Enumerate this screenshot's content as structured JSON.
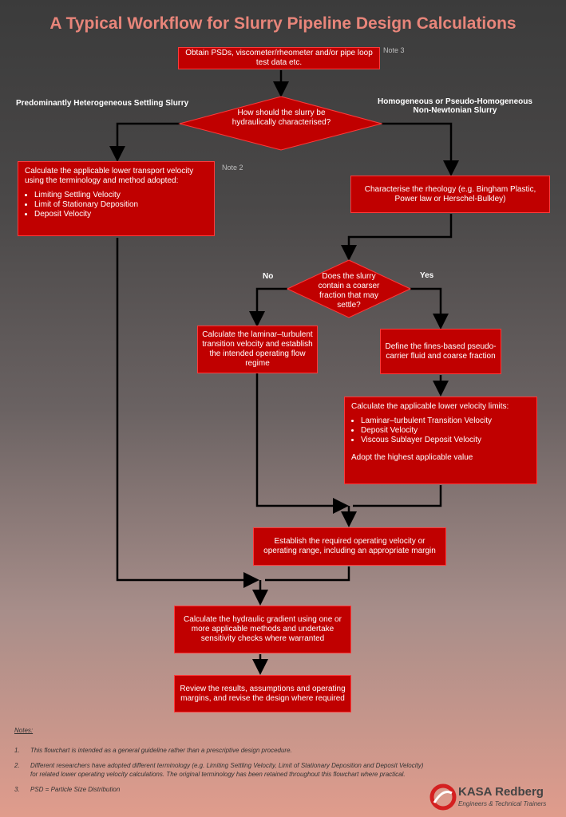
{
  "title": "A Typical Workflow for Slurry Pipeline Design Calculations",
  "steps": {
    "start": "Obtain PSDs, viscometer/rheometer and/or pipe loop test data etc.",
    "decision1": "How should the slurry be hydraulically characterised?",
    "left_branch_label": "Predominantly  Heterogeneous Settling Slurry",
    "right_branch_label_1": "Homogeneous or Pseudo-Homogeneous",
    "right_branch_label_2": "Non-Newtonian  Slurry",
    "left_calc_intro": "Calculate the applicable lower transport velocity using the terminology and method adopted:",
    "left_calc_items": [
      "Limiting Settling Velocity",
      "Limit of Stationary Deposition",
      "Deposit Velocity"
    ],
    "rheology": "Characterise the rheology (e.g. Bingham Plastic, Power law or Herschel-Bulkley)",
    "decision2": "Does the slurry contain a coarser fraction that may settle?",
    "no_label": "No",
    "yes_label": "Yes",
    "laminar_calc": "Calculate the laminar–turbulent transition velocity and establish the intended operating flow regime",
    "fines_define": "Define the fines-based pseudo-carrier fluid and coarse fraction",
    "lower_limits_intro": "Calculate the applicable lower velocity limits:",
    "lower_limits_items": [
      "Laminar–turbulent Transition Velocity",
      "Deposit Velocity",
      "Viscous Sublayer Deposit Velocity"
    ],
    "lower_limits_outro": "Adopt the highest applicable value",
    "operating_velocity": "Establish the required operating velocity or operating range, including an appropriate margin",
    "hydraulic_gradient": "Calculate the hydraulic gradient using one or more applicable methods and undertake sensitivity checks where warranted",
    "review": "Review the results, assumptions and operating margins, and revise the design where required"
  },
  "note_refs": {
    "note3": "Note 3",
    "note2": "Note 2"
  },
  "notes": {
    "heading": "Notes:",
    "items": [
      {
        "num": "1.",
        "text": "This flowchart is intended as a general guideline rather than a prescriptive design procedure."
      },
      {
        "num": "2.",
        "text": "Different researchers have adopted different terminology (e.g. Limiting Settling Velocity, Limit of Stationary Deposition and Deposit Velocity) for related lower operating velocity calculations. The original terminology has been retained throughout this flowchart where practical."
      },
      {
        "num": "3.",
        "text": "PSD = Particle Size Distribution"
      }
    ]
  },
  "logo": {
    "name": "KASA Redberg",
    "tagline": "Engineers & Technical Trainers"
  },
  "colors": {
    "box_fill": "#c00000",
    "title": "#e8857a"
  }
}
